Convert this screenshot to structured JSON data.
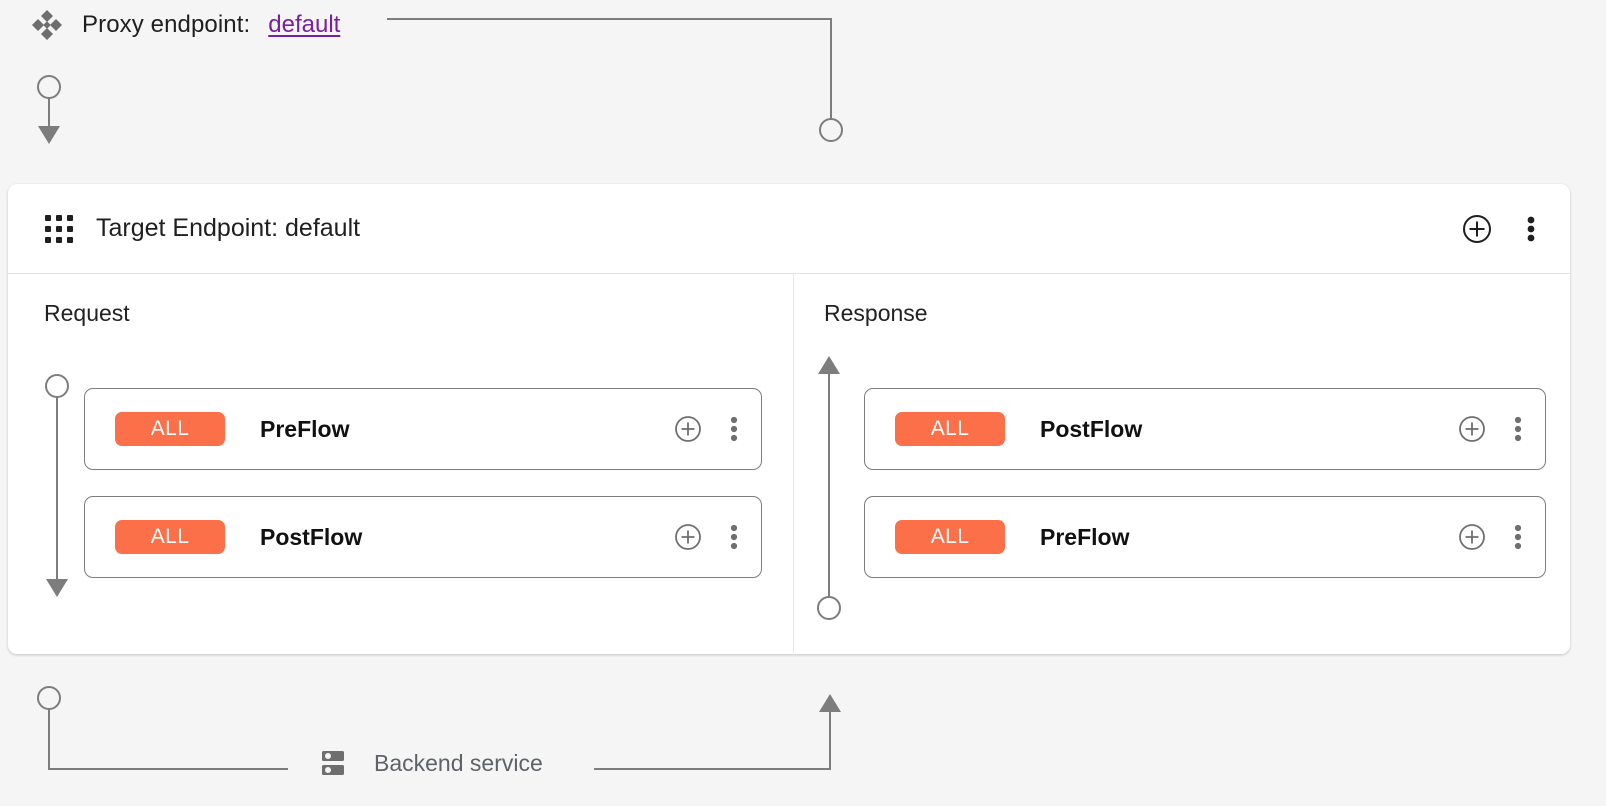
{
  "theme": {
    "page_background": "#f5f5f5",
    "panel_background": "#ffffff",
    "badge_color": "#fb7048",
    "link_color": "#7b1fa2",
    "connector_color": "#7d7d7d",
    "text_color": "#1f1f1f",
    "muted_text_color": "#5f6368"
  },
  "proxy": {
    "icon": "diamond-cluster-icon",
    "label": "Proxy endpoint:",
    "link_text": "default"
  },
  "panel": {
    "icon": "apps-grid-icon",
    "title": "Target Endpoint: default",
    "actions": [
      {
        "name": "add-circle-icon",
        "label": "Add"
      },
      {
        "name": "more-vert-icon",
        "label": "More options"
      }
    ]
  },
  "columns": [
    {
      "name": "request",
      "title": "Request",
      "flow_direction": "down",
      "cards": [
        {
          "badge": "ALL",
          "name": "PreFlow"
        },
        {
          "badge": "ALL",
          "name": "PostFlow"
        }
      ]
    },
    {
      "name": "response",
      "title": "Response",
      "flow_direction": "up",
      "cards": [
        {
          "badge": "ALL",
          "name": "PostFlow"
        },
        {
          "badge": "ALL",
          "name": "PreFlow"
        }
      ]
    }
  ],
  "card_actions": [
    {
      "name": "add-circle-icon",
      "label": "Add policy"
    },
    {
      "name": "more-vert-icon",
      "label": "More options"
    }
  ],
  "backend": {
    "icon": "server-icon",
    "label": "Backend service"
  }
}
